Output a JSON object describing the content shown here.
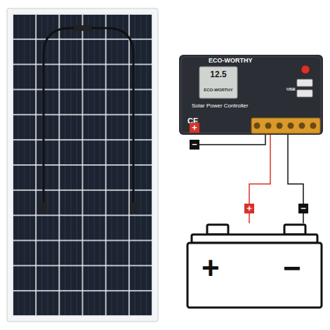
{
  "diagram": {
    "nodes": [
      {
        "text": [
          "ECO-WORTHY",
          "12.5",
          "ECO-WORTHY",
          "Solar Power Controller",
          "CE",
          "USB"
        ]
      },
      {
        "text": [
          "+",
          "−"
        ]
      }
    ],
    "edges": [
      {
        "from": 0,
        "to": 1,
        "arrow": "none"
      },
      {
        "from": 0,
        "to": 1,
        "arrow": "none"
      }
    ],
    "labels": [
      "+",
      "−",
      "+",
      "−"
    ]
  }
}
